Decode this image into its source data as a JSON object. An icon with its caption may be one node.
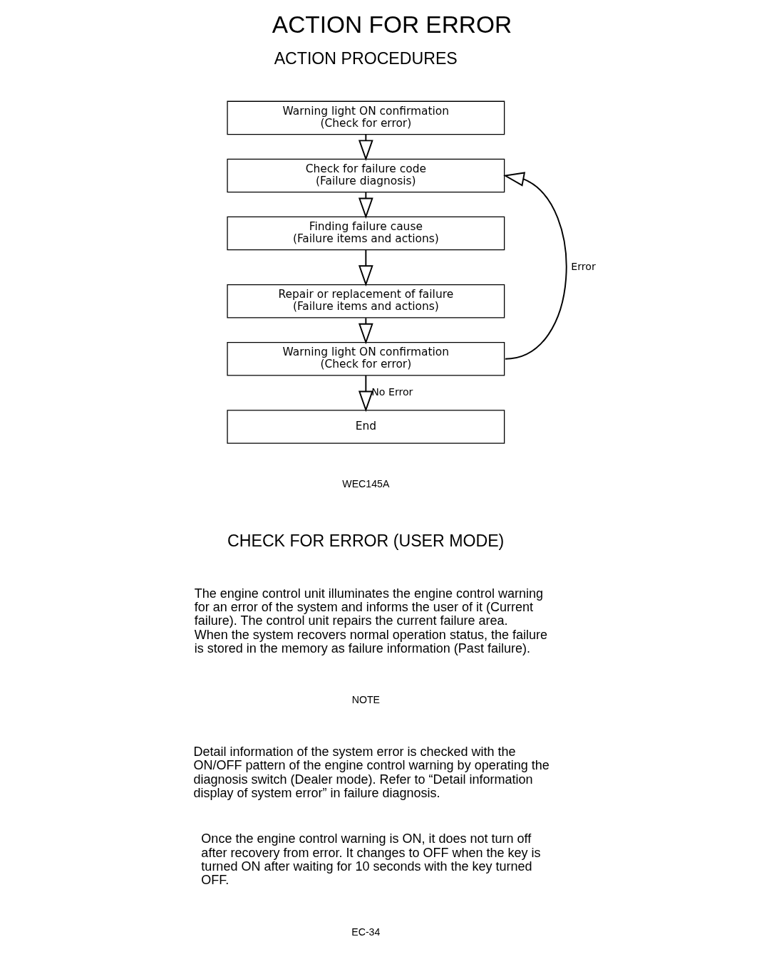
{
  "diagram": {
    "title": "ACTION FOR ERROR",
    "nodes": [
      {
        "text": [
          "Warning light ON confirmation (Check for error)"
        ]
      },
      {
        "text": [
          "Check for failure code (Failure diagnosis)"
        ]
      },
      {
        "text": [
          "Finding failure cause (Failure items and actions)"
        ]
      },
      {
        "text": [
          "Repair or replacement of failure (Failure items and actions)"
        ]
      },
      {
        "text": [
          "Warning light ON confirmation (Check for error)"
        ]
      },
      {
        "text": [
          "End"
        ]
      }
    ],
    "edges": [
      {
        "from": 0,
        "to": 1,
        "arrow": "to"
      },
      {
        "from": 1,
        "to": 2,
        "arrow": "to"
      },
      {
        "from": 2,
        "to": 3,
        "arrow": "to"
      },
      {
        "from": 3,
        "to": 4,
        "arrow": "to"
      },
      {
        "from": 4,
        "to": 5,
        "arrow": "to",
        "label": "No Error"
      },
      {
        "from": 4,
        "to": 1,
        "arrow": "to",
        "label": "Error"
      }
    ],
    "labels": [
      "ACTION PROCEDURES",
      "WEC145A",
      "CHECK FOR ERROR (USER MODE)",
      "The engine control unit illuminates the engine control warning for an error of the system and informs the user of it (Current failure). The control unit repairs the current failure area. When the system recovers normal operation status, the failure is stored in the memory as failure information (Past failure).",
      "NOTE",
      "Detail information of the system error is checked with the ON/OFF pattern of the engine control warning by operating the diagnosis switch (Dealer mode). Refer to “Detail information display of system error” in failure diagnosis.",
      "Once the engine control warning is ON, it does not turn off after recovery from error. It changes to OFF when the key is turned ON after waiting for 10 seconds with the key turned OFF.",
      "EC-34"
    ]
  }
}
